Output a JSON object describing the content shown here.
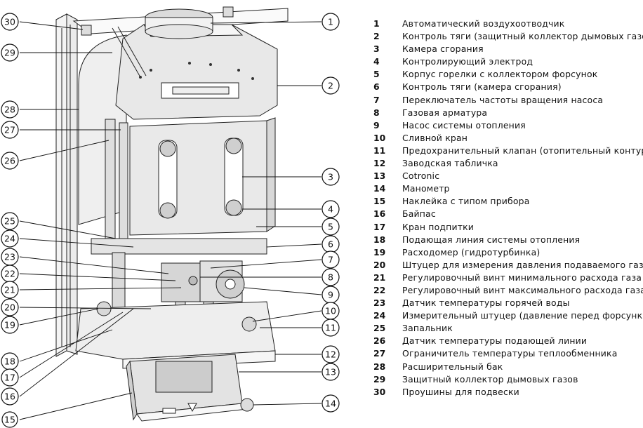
{
  "legend": [
    {
      "num": "1",
      "text": "Автоматический воздухоотводчик"
    },
    {
      "num": "2",
      "text": "Контроль тяги (защитный коллектор дымовых газов)"
    },
    {
      "num": "3",
      "text": "Камера сгорания"
    },
    {
      "num": "4",
      "text": "Контролирующий электрод"
    },
    {
      "num": "5",
      "text": "Корпус горелки с коллектором форсунок"
    },
    {
      "num": "6",
      "text": "Контроль тяги (камера сгорания)"
    },
    {
      "num": "7",
      "text": "Переключатель частоты вращения насоса"
    },
    {
      "num": "8",
      "text": "Газовая арматура"
    },
    {
      "num": "9",
      "text": "Насос системы отопления"
    },
    {
      "num": "10",
      "text": "Сливной кран"
    },
    {
      "num": "11",
      "text": "Предохранительный клапан (отопительный контур)"
    },
    {
      "num": "12",
      "text": "Заводская табличка"
    },
    {
      "num": "13",
      "text": "Cotronic"
    },
    {
      "num": "14",
      "text": "Манометр"
    },
    {
      "num": "15",
      "text": "Наклейка с типом прибора"
    },
    {
      "num": "16",
      "text": "Байпас"
    },
    {
      "num": "17",
      "text": "Кран подпитки"
    },
    {
      "num": "18",
      "text": "Подающая линия системы отопления"
    },
    {
      "num": "19",
      "text": "Расходомер (гидротурбинка)"
    },
    {
      "num": "20",
      "text": "Штуцер для измерения давления подаваемого газа"
    },
    {
      "num": "21",
      "text": "Регулировочный винт минимального расхода газа"
    },
    {
      "num": "22",
      "text": "Регулировочный винт максимального расхода газа"
    },
    {
      "num": "23",
      "text": "Датчик температуры горячей воды"
    },
    {
      "num": "24",
      "text": "Измерительный штуцер (давление перед форсунками)"
    },
    {
      "num": "25",
      "text": "Запальник"
    },
    {
      "num": "26",
      "text": "Датчик температуры подающей линии"
    },
    {
      "num": "27",
      "text": "Ограничитель температуры теплообменника"
    },
    {
      "num": "28",
      "text": "Расширительный бак"
    },
    {
      "num": "29",
      "text": "Защитный коллектор дымовых газов"
    },
    {
      "num": "30",
      "text": "Проушины для подвески"
    }
  ],
  "callouts_right": [
    "1",
    "2",
    "3",
    "4",
    "5",
    "6",
    "7",
    "8",
    "9",
    "10",
    "11",
    "12",
    "13",
    "14"
  ],
  "callouts_left": [
    "30",
    "29",
    "28",
    "27",
    "26",
    "25",
    "24",
    "23",
    "22",
    "21",
    "20",
    "19",
    "18",
    "17",
    "16",
    "15"
  ]
}
